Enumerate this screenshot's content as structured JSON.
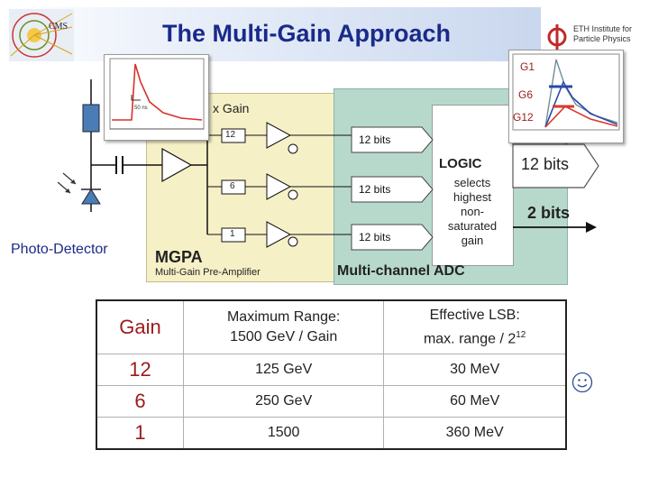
{
  "title": "The Multi-Gain Approach",
  "logos": {
    "left": "CMS",
    "right_text": "ETH Institute for\nParticle Physics"
  },
  "pulse_inset": {
    "label": "50 ns"
  },
  "gain_inset": {
    "labels": [
      "G1",
      "G6",
      "G12"
    ]
  },
  "diagram": {
    "x_gain": "x Gain",
    "gains": [
      "12",
      "6",
      "1"
    ],
    "bits_labels": [
      "12 bits",
      "12 bits",
      "12 bits"
    ],
    "logic": {
      "title": "LOGIC",
      "text": [
        "selects",
        "highest",
        "non-",
        "saturated",
        "gain"
      ]
    },
    "output_bits": [
      "12 bits",
      "2 bits"
    ],
    "photo_detector": "Photo-Detector",
    "mgpa": "MGPA",
    "mgpa_full": "Multi-Gain Pre-Amplifier",
    "adc": "Multi-channel ADC"
  },
  "table": {
    "headers": {
      "gain": "Gain",
      "range_line1": "Maximum Range:",
      "range_line2": "1500 GeV / Gain",
      "lsb_line1": "Effective LSB:",
      "lsb_line2": "max. range / 2",
      "lsb_exp": "12"
    },
    "rows": [
      {
        "gain": "12",
        "range": "125 GeV",
        "lsb": "30 MeV"
      },
      {
        "gain": "6",
        "range": "250 GeV",
        "lsb": "60 MeV"
      },
      {
        "gain": "1",
        "range": "1500",
        "lsb": "360 MeV"
      }
    ]
  },
  "colors": {
    "title": "#1a2a8a",
    "mgpa_bg": "#f6f0c7",
    "adc_bg": "#b7d9cc",
    "gain_text": "#9b1b1b",
    "pulse": "#d9312b",
    "g6_line": "#2a4aa8",
    "g12_line": "#d93a2b"
  }
}
